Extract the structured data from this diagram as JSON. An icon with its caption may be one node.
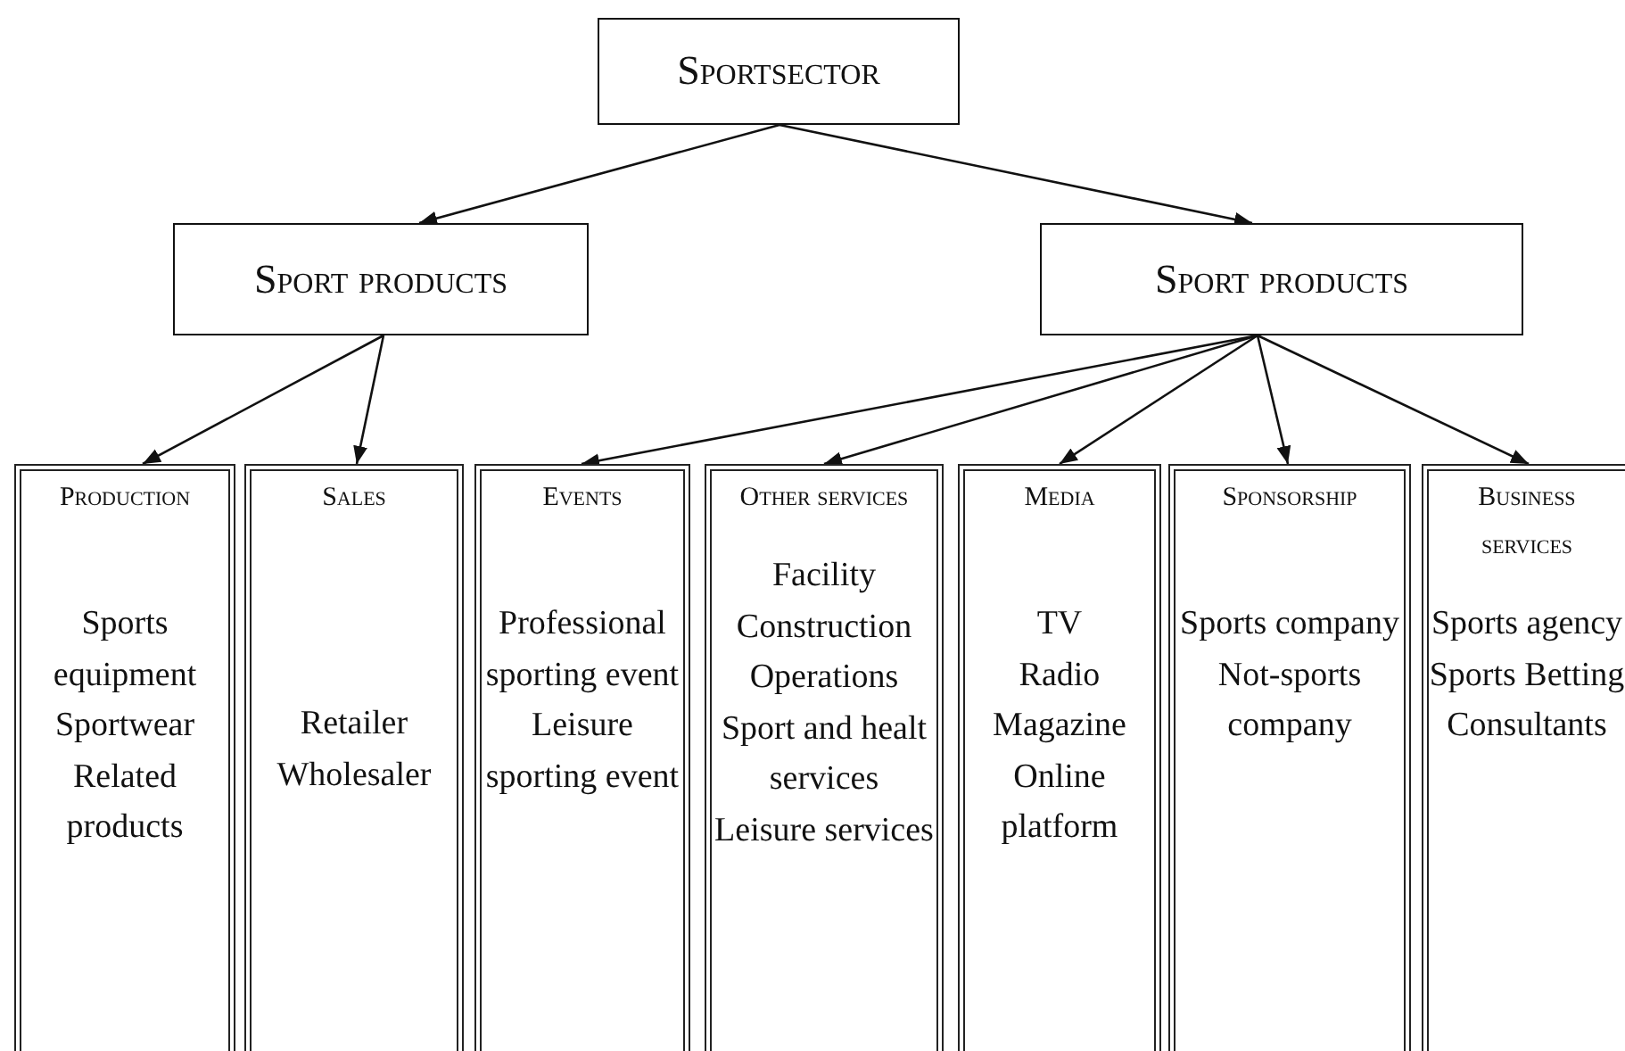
{
  "diagram": {
    "nodes": [
      {
        "text": [
          "Sportsector"
        ]
      },
      {
        "text": [
          "Sport products"
        ]
      },
      {
        "text": [
          "Sport products"
        ]
      },
      {
        "text": [
          "Production",
          "Sports equipment",
          "Sportwear",
          "Related products"
        ]
      },
      {
        "text": [
          "Sales",
          "Retailer",
          "Wholesaler"
        ]
      },
      {
        "text": [
          "Events",
          "Professional sporting event",
          "Leisure sporting event"
        ]
      },
      {
        "text": [
          "Other services",
          "Facility",
          "Construction",
          "Operations",
          "Sport and healt services",
          "Leisure services"
        ]
      },
      {
        "text": [
          "Media",
          "TV",
          "Radio",
          "Magazine",
          "Online platform"
        ]
      },
      {
        "text": [
          "Sponsorship",
          "Sports company",
          "Not-sports company"
        ]
      },
      {
        "text": [
          "Business services",
          "Sports agency",
          "Sports Betting",
          "Consultants"
        ]
      }
    ],
    "edges": [
      {
        "from": 0,
        "to": 1,
        "arrow": "to"
      },
      {
        "from": 0,
        "to": 2,
        "arrow": "to"
      },
      {
        "from": 1,
        "to": 3,
        "arrow": "to"
      },
      {
        "from": 1,
        "to": 4,
        "arrow": "to"
      },
      {
        "from": 2,
        "to": 5,
        "arrow": "to"
      },
      {
        "from": 2,
        "to": 6,
        "arrow": "to"
      },
      {
        "from": 2,
        "to": 7,
        "arrow": "to"
      },
      {
        "from": 2,
        "to": 8,
        "arrow": "to"
      },
      {
        "from": 2,
        "to": 9,
        "arrow": "to"
      }
    ]
  }
}
